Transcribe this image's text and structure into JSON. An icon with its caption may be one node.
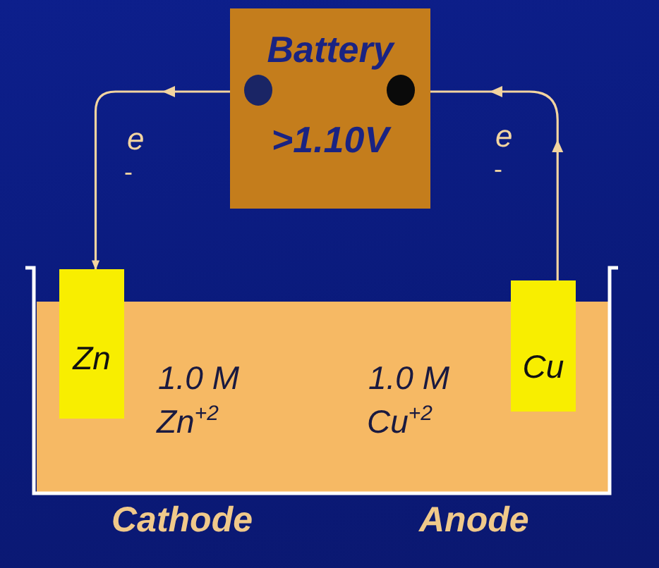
{
  "diagram": {
    "nodes": [
      {
        "text": [
          "Battery",
          ">1.10V"
        ]
      },
      {
        "text": [],
        "shape": "circle",
        "in": 0
      },
      {
        "text": [],
        "shape": "circle",
        "in": 0
      },
      {
        "text": [
          "Zn"
        ]
      },
      {
        "text": [
          "Cu"
        ]
      }
    ],
    "edges": [
      {
        "from": 1,
        "to": 3,
        "arrow": "to"
      },
      {
        "from": 4,
        "to": 2,
        "arrow": "to"
      }
    ],
    "labels": [
      "e",
      "-",
      "e",
      "-",
      "1.0 M",
      "Zn$^{+2}$",
      "1.0 M",
      "Cu$^{+2}$",
      "Cathode",
      "Anode"
    ]
  }
}
